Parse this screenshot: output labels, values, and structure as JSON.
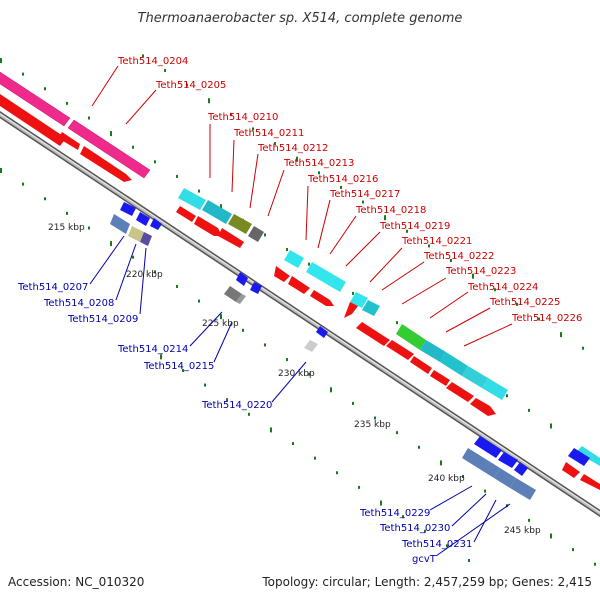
{
  "title": "Thermoanaerobacter sp. X514, complete genome",
  "footer": {
    "accession": "Accession: NC_010320",
    "topology": "Topology: circular; Length: 2,457,259 bp; Genes: 2,415"
  },
  "colors": {
    "forward_label": "#cc0000",
    "reverse_label": "#0000aa",
    "backbone": "#888888",
    "tick": "#1a7a1a"
  },
  "kbp_labels": [
    "215 kbp",
    "220 kbp",
    "225 kbp",
    "230 kbp",
    "235 kbp",
    "240 kbp",
    "245 kbp"
  ],
  "forward_genes": [
    "Teth514_0204",
    "Teth514_0205",
    "Teth514_0210",
    "Teth514_0211",
    "Teth514_0212",
    "Teth514_0213",
    "Teth514_0216",
    "Teth514_0217",
    "Teth514_0218",
    "Teth514_0219",
    "Teth514_0221",
    "Teth514_0222",
    "Teth514_0223",
    "Teth514_0224",
    "Teth514_0225",
    "Teth514_0226"
  ],
  "reverse_genes": [
    "Teth514_0207",
    "Teth514_0208",
    "Teth514_0209",
    "Teth514_0214",
    "Teth514_0215",
    "Teth514_0220",
    "Teth514_0229",
    "Teth514_0230",
    "Teth514_0231",
    "gcvT"
  ]
}
